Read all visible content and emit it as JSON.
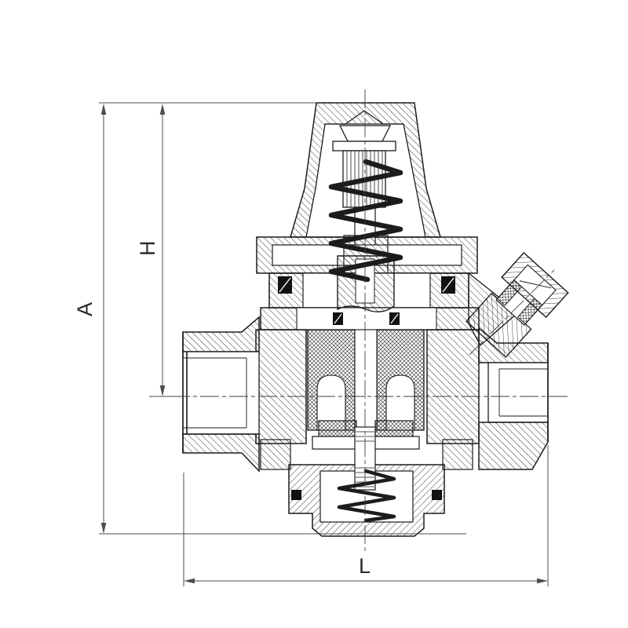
{
  "drawing": {
    "background": "#ffffff",
    "ink_color": "#1c1c1c",
    "dimension_color": "#4d4d4d",
    "hatch_color": "#262626",
    "dimensions": {
      "A": {
        "label": "A",
        "axis": "vertical"
      },
      "H": {
        "label": "H",
        "axis": "vertical"
      },
      "L": {
        "label": "L",
        "axis": "horizontal"
      }
    }
  }
}
